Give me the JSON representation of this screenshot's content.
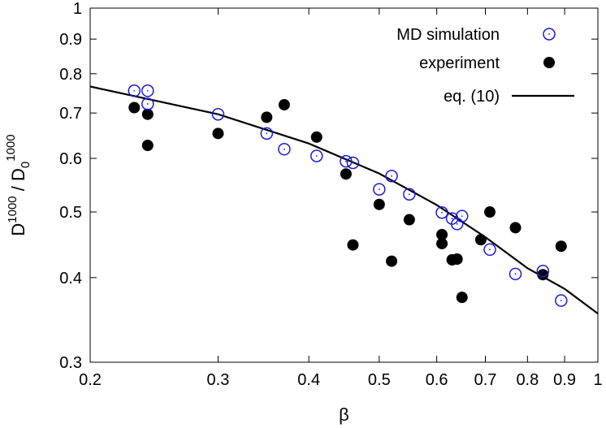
{
  "chart_data": {
    "type": "scatter",
    "title": "",
    "xlabel": "β",
    "ylabel": {
      "main": "D",
      "sup1": "1000",
      "mid": " / D",
      "sub": "0",
      "sup2": "1000"
    },
    "x_scale": "log",
    "y_scale": "log",
    "xlim": [
      0.2,
      1
    ],
    "ylim": [
      0.3,
      1
    ],
    "x_ticks": [
      0.2,
      0.3,
      0.4,
      0.5,
      0.6,
      0.7,
      0.8,
      0.9,
      1
    ],
    "x_tick_labels": [
      "0.2",
      "0.3",
      "0.4",
      "0.5",
      "0.6",
      "0.7",
      "0.8",
      "0.9",
      "1"
    ],
    "y_ticks": [
      0.3,
      0.4,
      0.5,
      0.6,
      0.7,
      0.8,
      0.9,
      1
    ],
    "y_tick_labels": [
      "0.3",
      "0.4",
      "0.5",
      "0.6",
      "0.7",
      "0.8",
      "0.9",
      "1"
    ],
    "legend_position": "top-right",
    "series": [
      {
        "name": "MD simulation",
        "marker": "open-circle",
        "color": "#1a1adb",
        "points": [
          [
            0.23,
            0.755
          ],
          [
            0.24,
            0.755
          ],
          [
            0.24,
            0.722
          ],
          [
            0.3,
            0.697
          ],
          [
            0.35,
            0.653
          ],
          [
            0.37,
            0.619
          ],
          [
            0.41,
            0.605
          ],
          [
            0.45,
            0.594
          ],
          [
            0.46,
            0.591
          ],
          [
            0.5,
            0.54
          ],
          [
            0.52,
            0.565
          ],
          [
            0.55,
            0.531
          ],
          [
            0.61,
            0.499
          ],
          [
            0.63,
            0.489
          ],
          [
            0.64,
            0.48
          ],
          [
            0.65,
            0.493
          ],
          [
            0.71,
            0.44
          ],
          [
            0.77,
            0.405
          ],
          [
            0.84,
            0.409
          ],
          [
            0.89,
            0.37
          ]
        ]
      },
      {
        "name": "experiment",
        "marker": "filled-circle",
        "color": "#000000",
        "points": [
          [
            0.23,
            0.713
          ],
          [
            0.24,
            0.697
          ],
          [
            0.24,
            0.627
          ],
          [
            0.3,
            0.653
          ],
          [
            0.35,
            0.69
          ],
          [
            0.37,
            0.72
          ],
          [
            0.41,
            0.645
          ],
          [
            0.45,
            0.569
          ],
          [
            0.46,
            0.447
          ],
          [
            0.5,
            0.513
          ],
          [
            0.52,
            0.423
          ],
          [
            0.55,
            0.487
          ],
          [
            0.61,
            0.463
          ],
          [
            0.61,
            0.449
          ],
          [
            0.63,
            0.425
          ],
          [
            0.64,
            0.426
          ],
          [
            0.65,
            0.374
          ],
          [
            0.69,
            0.455
          ],
          [
            0.71,
            0.5
          ],
          [
            0.77,
            0.474
          ],
          [
            0.84,
            0.404
          ],
          [
            0.89,
            0.445
          ]
        ]
      },
      {
        "name": "eq. (10)",
        "marker": "line",
        "color": "#000000",
        "points": [
          [
            0.2,
            0.766
          ],
          [
            0.3,
            0.697
          ],
          [
            0.4,
            0.631
          ],
          [
            0.5,
            0.57
          ],
          [
            0.6,
            0.512
          ],
          [
            0.7,
            0.459
          ],
          [
            0.8,
            0.413
          ],
          [
            0.9,
            0.385
          ],
          [
            1.0,
            0.354
          ]
        ]
      }
    ]
  }
}
